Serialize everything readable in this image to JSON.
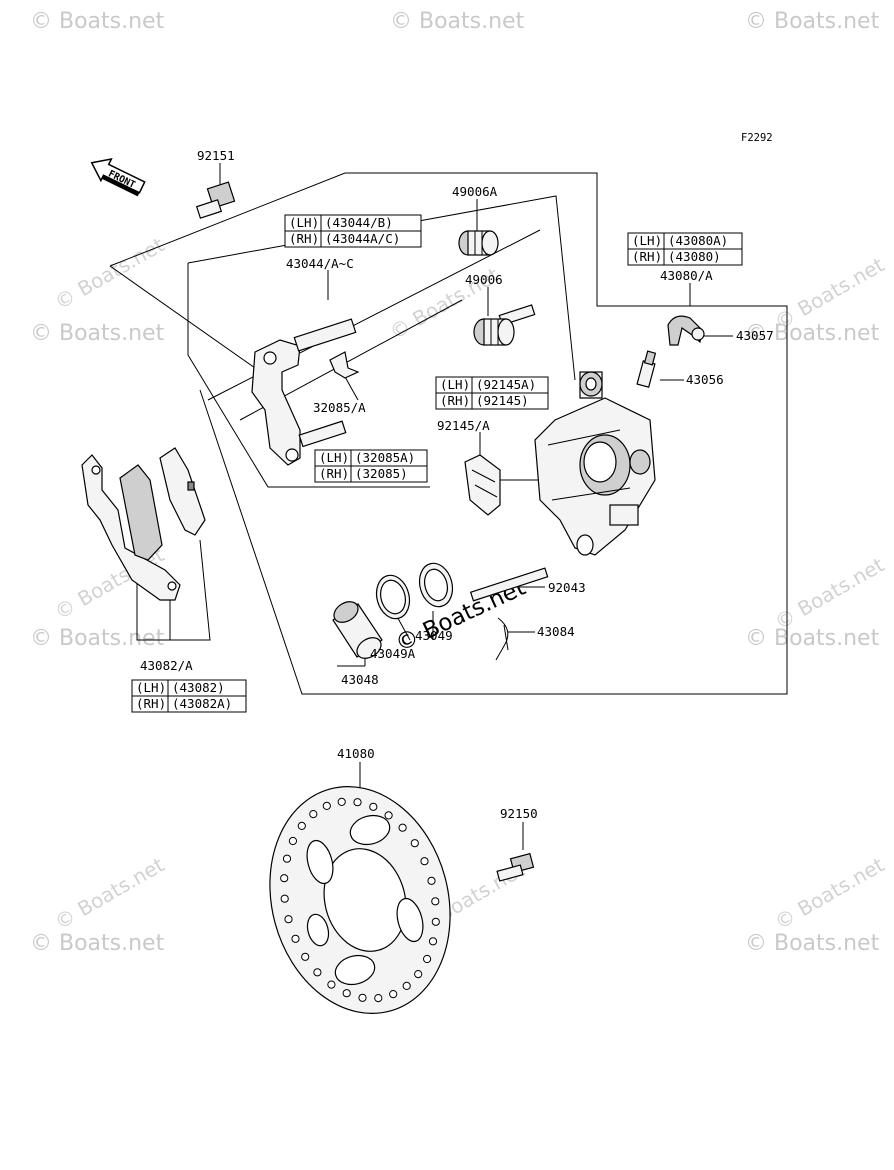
{
  "figure_code": "F2292",
  "front_label": "FRONT",
  "watermark": "© Boats.net",
  "parts": {
    "p92151": "92151",
    "p49006A": "49006A",
    "p43044": "43044/A~C",
    "p49006": "49006",
    "p43080": "43080/A",
    "p43057": "43057",
    "p43056": "43056",
    "p32085": "32085/A",
    "p92145": "92145/A",
    "p92043": "92043",
    "p43049": "43049",
    "p43084": "43084",
    "p43049A": "43049A",
    "p43048": "43048",
    "p43082": "43082/A",
    "p41080": "41080",
    "p92150": "92150"
  },
  "boxes": {
    "b43044": {
      "lh": "(LH)",
      "lh_part": "(43044/B)",
      "rh": "(RH)",
      "rh_part": "(43044A/C)"
    },
    "b43080": {
      "lh": "(LH)",
      "lh_part": "(43080A)",
      "rh": "(RH)",
      "rh_part": "(43080)"
    },
    "b92145": {
      "lh": "(LH)",
      "lh_part": "(92145A)",
      "rh": "(RH)",
      "rh_part": "(92145)"
    },
    "b32085": {
      "lh": "(LH)",
      "lh_part": "(32085A)",
      "rh": "(RH)",
      "rh_part": "(32085)"
    },
    "b43082": {
      "lh": "(LH)",
      "lh_part": "(43082)",
      "rh": "(RH)",
      "rh_part": "(43082A)"
    }
  }
}
